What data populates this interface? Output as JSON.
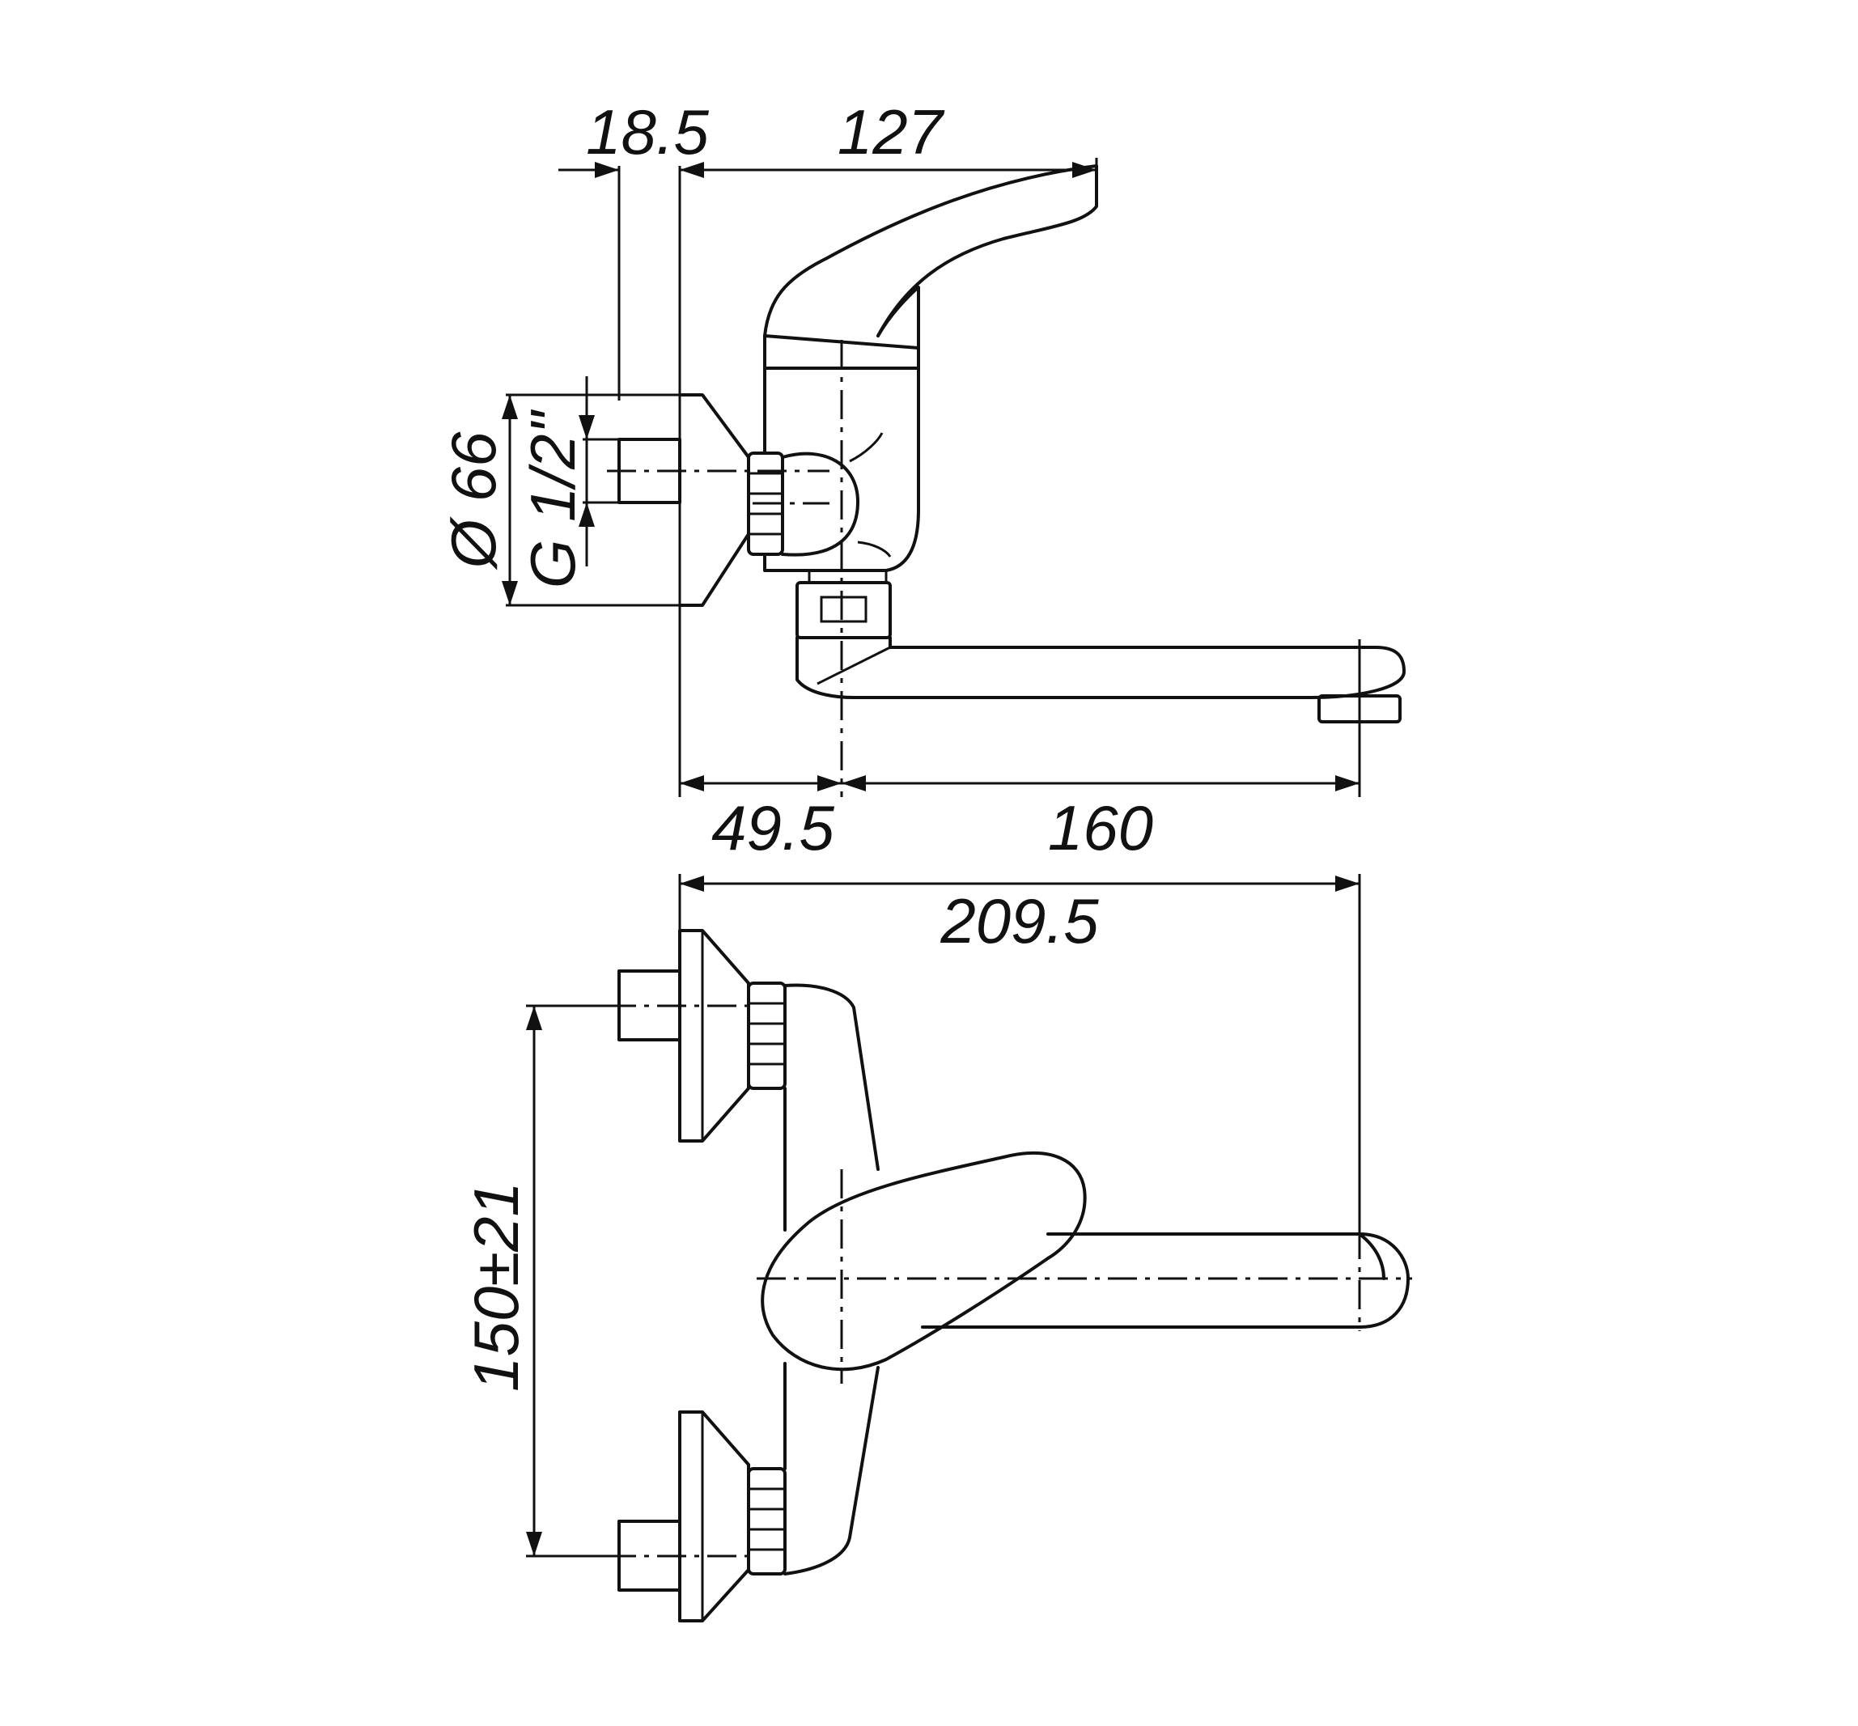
{
  "dimensions": {
    "outlet_offset": "18.5",
    "handle_projection": "127",
    "rosette_diameter": "Ø 66",
    "thread": "G 1/2\"",
    "wall_to_body": "49.5",
    "spout_length": "160",
    "overall_length": "209.5",
    "inlet_spacing": "150±21"
  },
  "colors": {
    "line": "#111111",
    "background": "#ffffff"
  }
}
